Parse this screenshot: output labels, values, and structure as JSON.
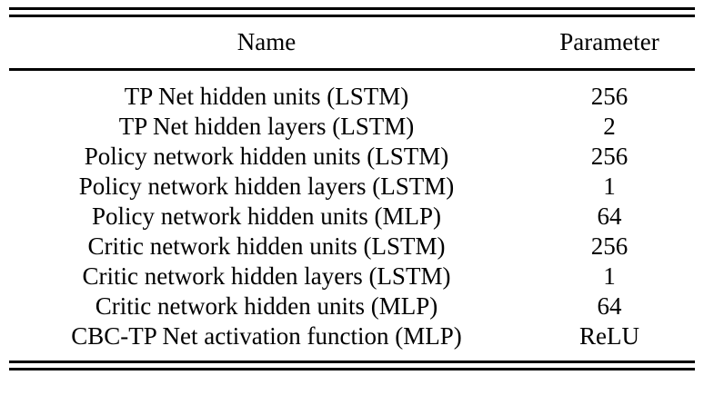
{
  "table": {
    "columns": [
      "Name",
      "Parameter"
    ],
    "rows": [
      {
        "name": "TP Net hidden units (LSTM)",
        "parameter": "256"
      },
      {
        "name": "TP Net hidden layers (LSTM)",
        "parameter": "2"
      },
      {
        "name": "Policy network hidden units (LSTM)",
        "parameter": "256"
      },
      {
        "name": "Policy network hidden layers (LSTM)",
        "parameter": "1"
      },
      {
        "name": "Policy network hidden units (MLP)",
        "parameter": "64"
      },
      {
        "name": "Critic network hidden units (LSTM)",
        "parameter": "256"
      },
      {
        "name": "Critic network hidden layers (LSTM)",
        "parameter": "1"
      },
      {
        "name": "Critic network hidden units (MLP)",
        "parameter": "64"
      },
      {
        "name": "CBC-TP Net activation function (MLP)",
        "parameter": "ReLU"
      }
    ],
    "colors": {
      "text": "#000000",
      "rule": "#000000",
      "background": "#ffffff"
    }
  }
}
